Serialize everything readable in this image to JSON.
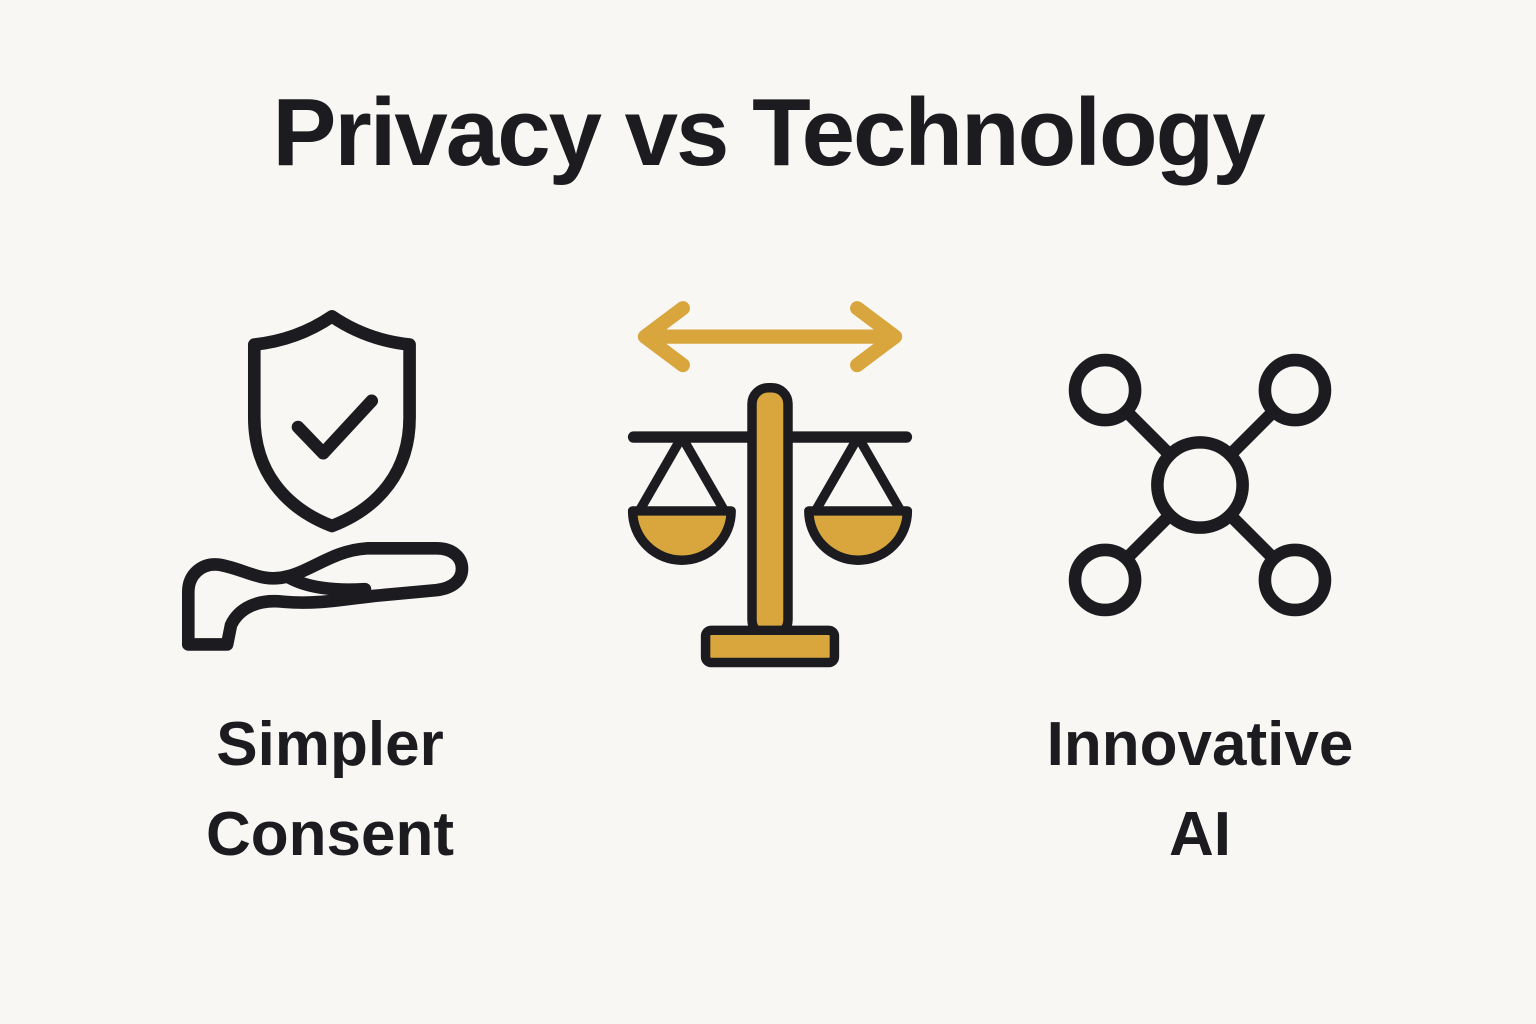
{
  "title": "Privacy vs Technology",
  "colors": {
    "ink": "#1c1c20",
    "gold": "#d9a63e",
    "bg": "#f8f7f4"
  },
  "columns": [
    {
      "icon": "hand-shield-check-icon",
      "label_line1": "Simpler",
      "label_line2": "Consent"
    },
    {
      "icon": "balance-scale-icon",
      "label_line1": "",
      "label_line2": ""
    },
    {
      "icon": "network-nodes-icon",
      "label_line1": "Innovative",
      "label_line2": "AI"
    }
  ]
}
